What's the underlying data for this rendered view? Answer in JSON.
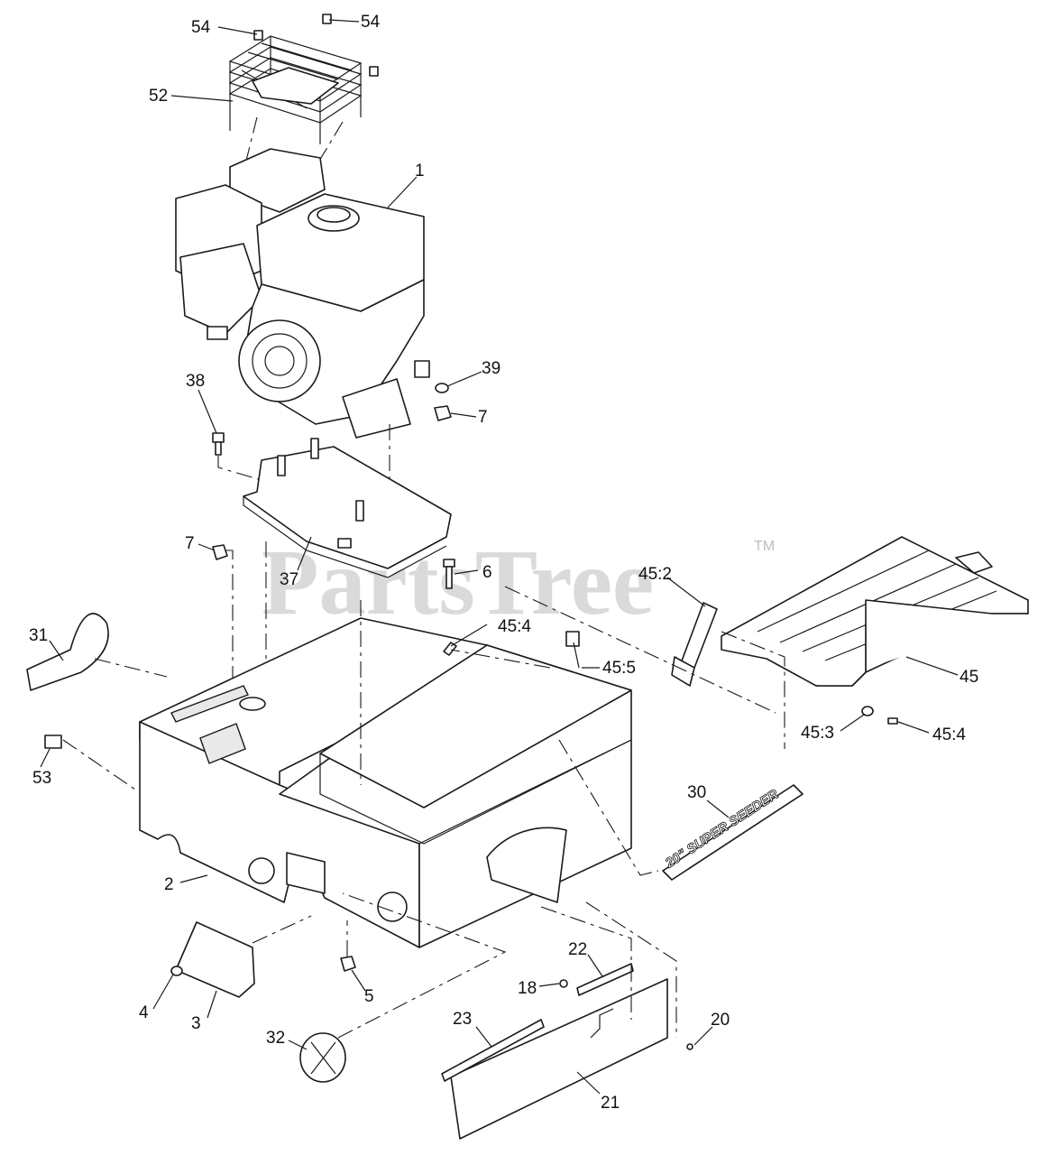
{
  "watermark": {
    "brand": "PartsTree",
    "trademark": "TM"
  },
  "decal_text": "20\" SUPER SEEDER",
  "callouts": [
    {
      "id": "c54a",
      "text": "54"
    },
    {
      "id": "c54b",
      "text": "54"
    },
    {
      "id": "c52",
      "text": "52"
    },
    {
      "id": "c1",
      "text": "1"
    },
    {
      "id": "c39",
      "text": "39"
    },
    {
      "id": "c38",
      "text": "38"
    },
    {
      "id": "c7a",
      "text": "7"
    },
    {
      "id": "c7b",
      "text": "7"
    },
    {
      "id": "c37",
      "text": "37"
    },
    {
      "id": "c6",
      "text": "6"
    },
    {
      "id": "c45_2",
      "text": "45:2"
    },
    {
      "id": "c31",
      "text": "31"
    },
    {
      "id": "c45_4a",
      "text": "45:4"
    },
    {
      "id": "c45_5",
      "text": "45:5"
    },
    {
      "id": "c45",
      "text": "45"
    },
    {
      "id": "c45_3",
      "text": "45:3"
    },
    {
      "id": "c45_4b",
      "text": "45:4"
    },
    {
      "id": "c53",
      "text": "53"
    },
    {
      "id": "c30",
      "text": "30"
    },
    {
      "id": "c2",
      "text": "2"
    },
    {
      "id": "c22",
      "text": "22"
    },
    {
      "id": "c18",
      "text": "18"
    },
    {
      "id": "c5",
      "text": "5"
    },
    {
      "id": "c4",
      "text": "4"
    },
    {
      "id": "c3",
      "text": "3"
    },
    {
      "id": "c23",
      "text": "23"
    },
    {
      "id": "c20",
      "text": "20"
    },
    {
      "id": "c32",
      "text": "32"
    },
    {
      "id": "c21",
      "text": "21"
    }
  ]
}
